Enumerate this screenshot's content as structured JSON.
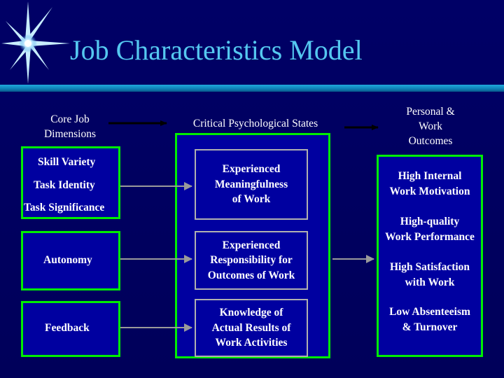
{
  "title": "Job Characteristics Model",
  "headers": {
    "core": "Core Job\nDimensions",
    "critical": "Critical Psychological States",
    "outcomes": "Personal &\nWork\nOutcomes"
  },
  "core_dimensions": {
    "group1": [
      "Skill Variety",
      "Task Identity",
      "Task Significance"
    ],
    "autonomy": "Autonomy",
    "feedback": "Feedback"
  },
  "psychological_states": [
    "Experienced\nMeaningfulness\nof Work",
    "Experienced\nResponsibility for\nOutcomes of Work",
    "Knowledge of\nActual Results of\nWork Activities"
  ],
  "outcomes": [
    "High Internal\nWork Motivation",
    "High-quality\nWork Performance",
    "High Satisfaction\nwith Work",
    "Low Absenteeism\n& Turnover"
  ],
  "colors": {
    "background": "#000066",
    "title": "#55c8f0",
    "box_border": "#00ee00",
    "box_fill": "#0000a0",
    "inner_border": "#b0b0b0"
  }
}
